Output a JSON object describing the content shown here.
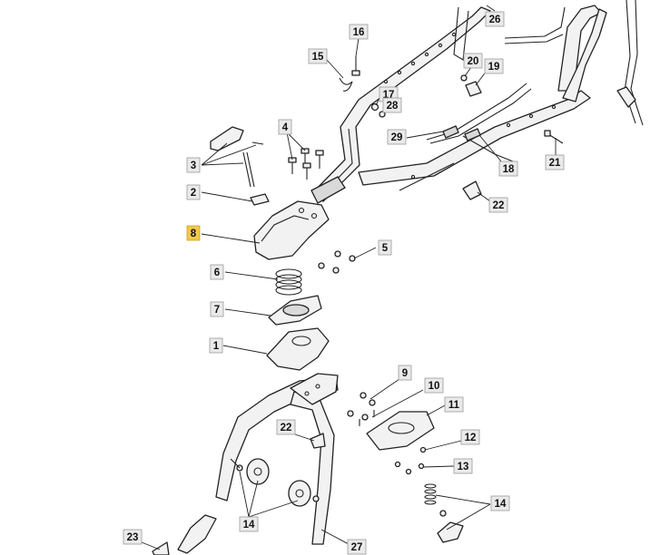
{
  "diagram": {
    "highlight_color": "#f2c84b",
    "callouts": [
      {
        "id": "c26",
        "text": "26"
      },
      {
        "id": "c16",
        "text": "16"
      },
      {
        "id": "c15",
        "text": "15"
      },
      {
        "id": "c20",
        "text": "20"
      },
      {
        "id": "c19",
        "text": "19"
      },
      {
        "id": "c17",
        "text": "17"
      },
      {
        "id": "c28",
        "text": "28"
      },
      {
        "id": "c4",
        "text": "4"
      },
      {
        "id": "c29",
        "text": "29"
      },
      {
        "id": "c3",
        "text": "3"
      },
      {
        "id": "c18",
        "text": "18"
      },
      {
        "id": "c21",
        "text": "21"
      },
      {
        "id": "c2",
        "text": "2"
      },
      {
        "id": "c22a",
        "text": "22"
      },
      {
        "id": "c8",
        "text": "8",
        "highlighted": true
      },
      {
        "id": "c5",
        "text": "5"
      },
      {
        "id": "c6",
        "text": "6"
      },
      {
        "id": "c7",
        "text": "7"
      },
      {
        "id": "c1",
        "text": "1"
      },
      {
        "id": "c9",
        "text": "9"
      },
      {
        "id": "c10",
        "text": "10"
      },
      {
        "id": "c11",
        "text": "11"
      },
      {
        "id": "c22b",
        "text": "22"
      },
      {
        "id": "c12",
        "text": "12"
      },
      {
        "id": "c13",
        "text": "13"
      },
      {
        "id": "c14a",
        "text": "14"
      },
      {
        "id": "c14b",
        "text": "14"
      },
      {
        "id": "c23",
        "text": "23"
      },
      {
        "id": "c27",
        "text": "27"
      }
    ]
  }
}
